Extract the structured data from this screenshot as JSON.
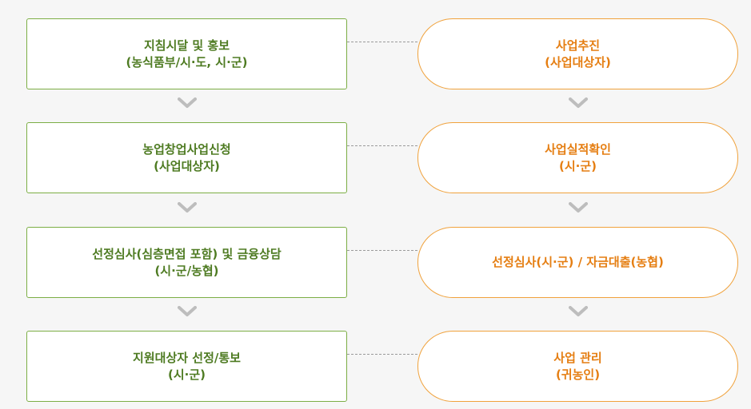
{
  "left_steps": [
    {
      "line1": "지침시달 및 홍보",
      "line2": "(농식품부/시·도, 시·군)"
    },
    {
      "line1": "농업창업사업신청",
      "line2": "(사업대상자)"
    },
    {
      "line1": "선정심사(심층면접 포함) 및 금융상담",
      "line2": "(시·군/농협)"
    },
    {
      "line1": "지원대상자 선정/통보",
      "line2": "(시·군)"
    }
  ],
  "right_steps": [
    {
      "line1": "사업추진",
      "line2": "(사업대상자)"
    },
    {
      "line1": "사업실적확인",
      "line2": "(시·군)"
    },
    {
      "line1": "선정심사(시·군) / 자금대출(농협)",
      "line2": ""
    },
    {
      "line1": "사업 관리",
      "line2": "(귀농인)"
    }
  ],
  "colors": {
    "left_border": "#7cae45",
    "left_text": "#4e7b22",
    "right_border": "#f0a23c",
    "right_text": "#e57e12",
    "arrow": "#bdbdbd",
    "connector": "#9a9a9a"
  },
  "icons": {
    "step_arrow": "chevron-down-icon"
  }
}
